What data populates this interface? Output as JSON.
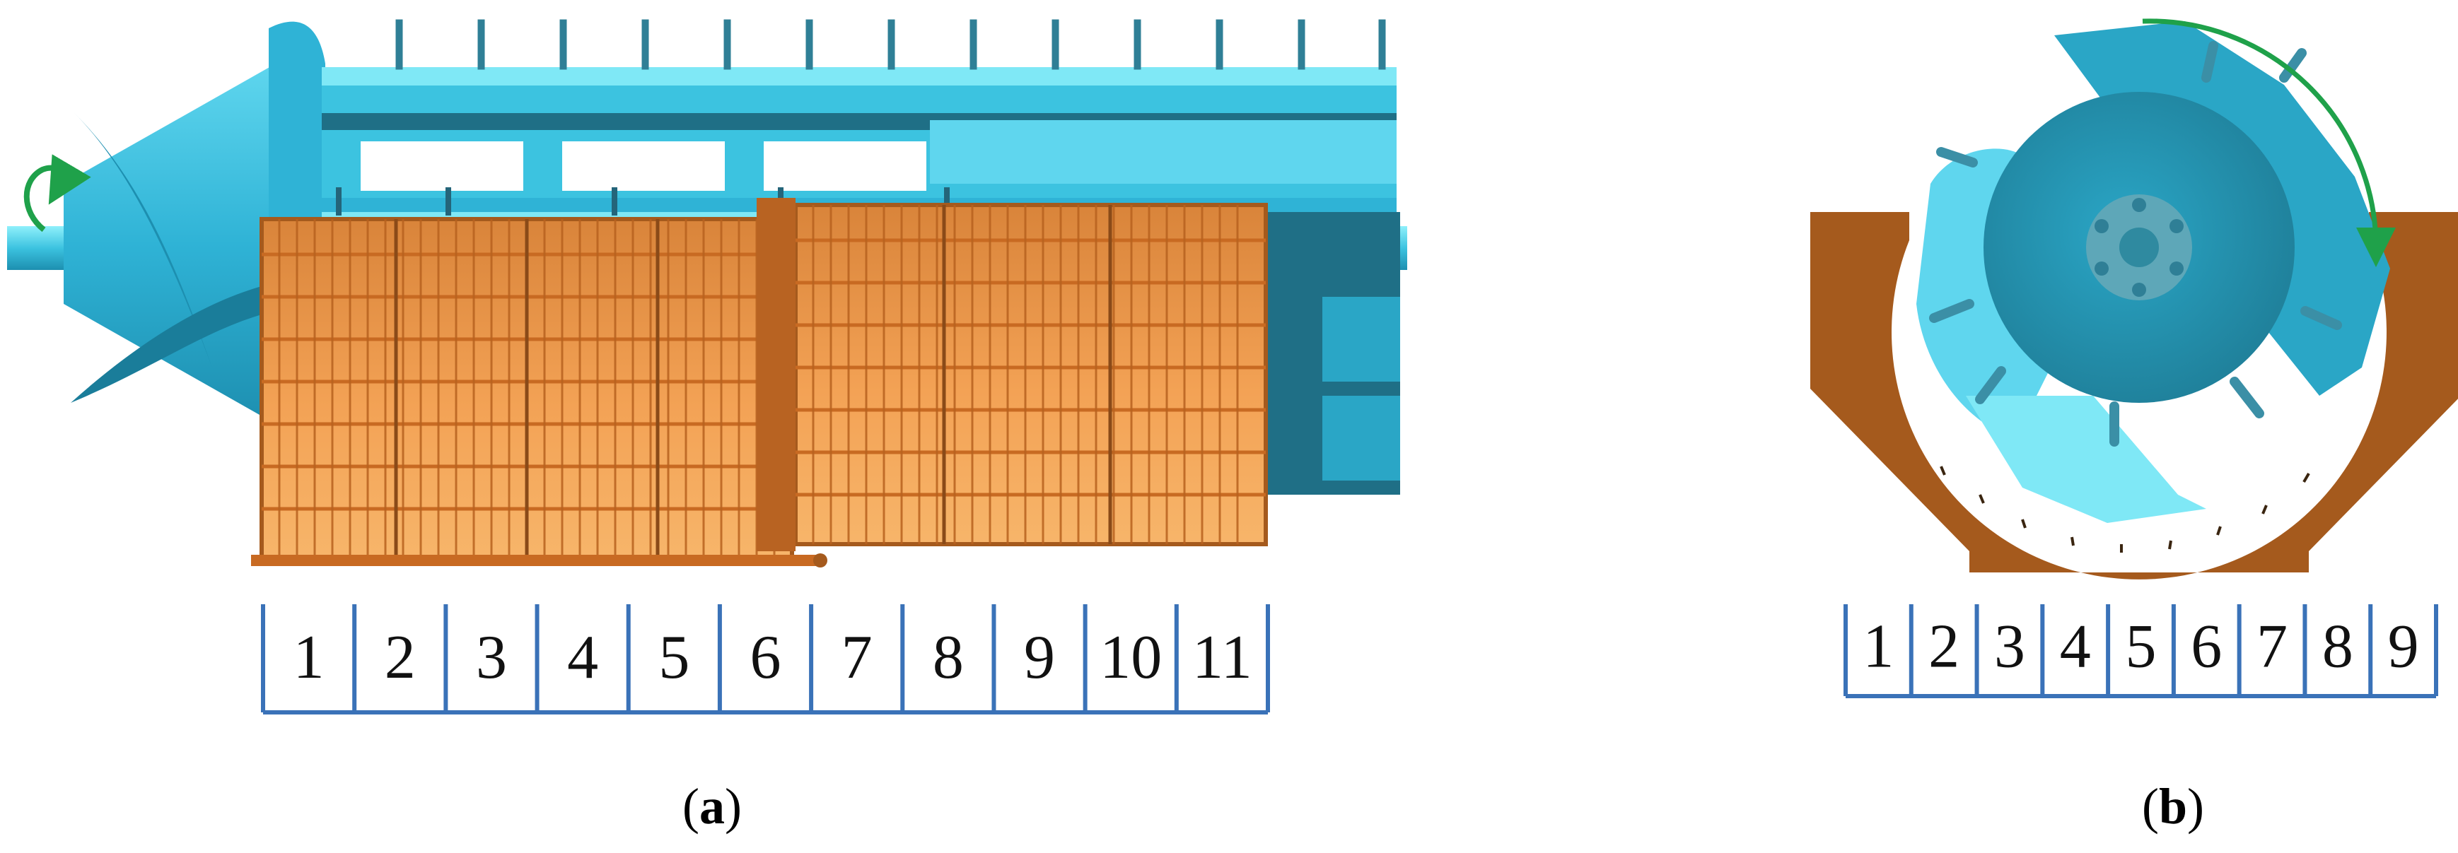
{
  "colors": {
    "cyan_light": "#7fe8f6",
    "cyan_mid": "#3cc3e0",
    "cyan_dark": "#1d8fb0",
    "teal_dark": "#1f6f86",
    "concave_orange": "#f08a2e",
    "concave_light": "#f7b56a",
    "concave_brown": "#a55a1d",
    "grid_blue": "#3a72b8",
    "arrow_green": "#1fa14a"
  },
  "icons": {
    "rotation_a": "curved-arrow-icon",
    "rotation_b": "arc-arrow-icon"
  },
  "panel_a": {
    "label_open": "(",
    "label_letter": "a",
    "label_close": ")",
    "cells": [
      "1",
      "2",
      "3",
      "4",
      "5",
      "6",
      "7",
      "8",
      "9",
      "10",
      "11"
    ]
  },
  "panel_b": {
    "label_open": "(",
    "label_letter": "b",
    "label_close": ")",
    "cells": [
      "1",
      "2",
      "3",
      "4",
      "5",
      "6",
      "7",
      "8",
      "9"
    ]
  }
}
